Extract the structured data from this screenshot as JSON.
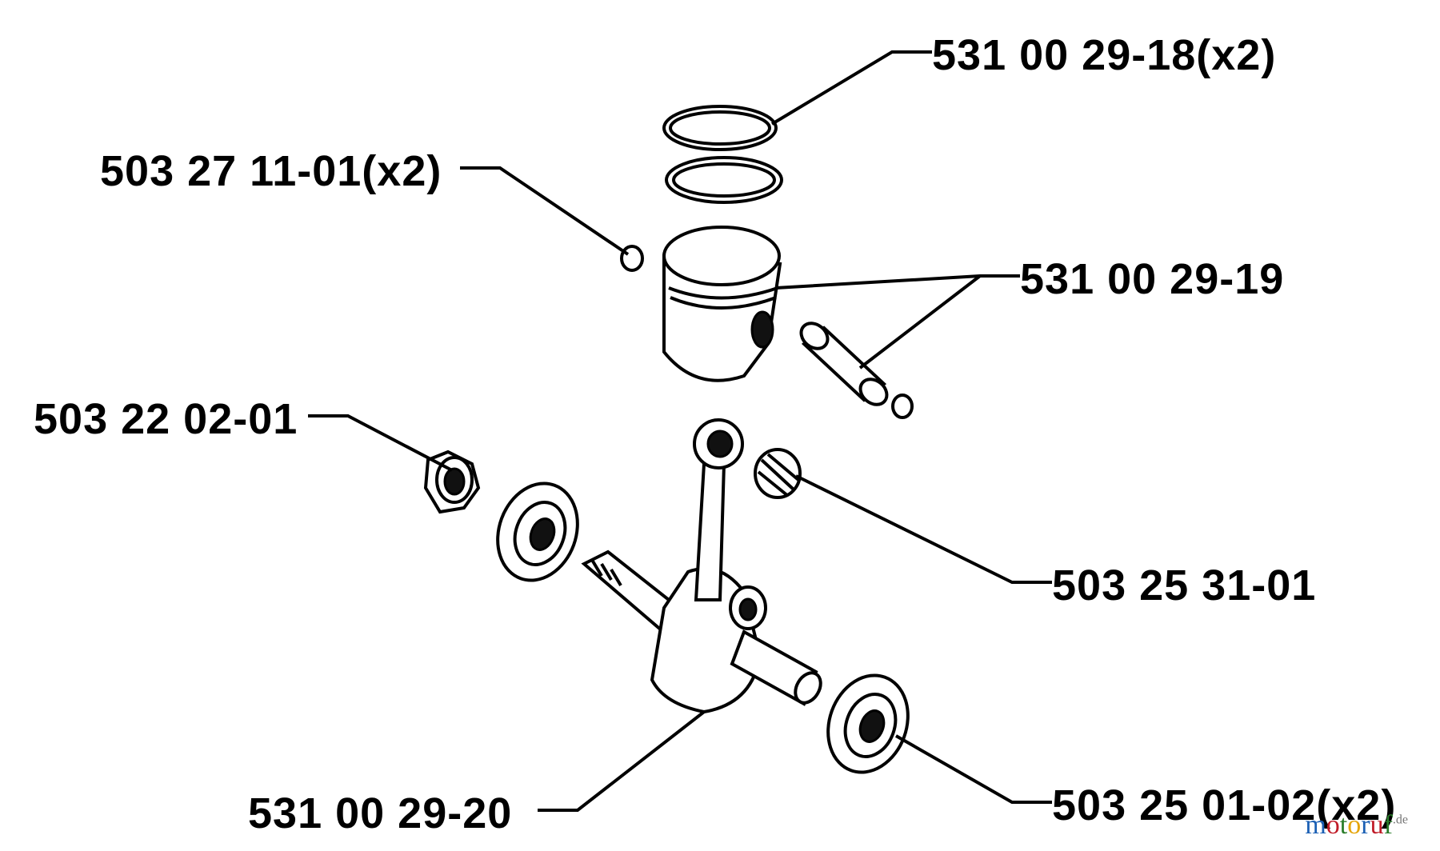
{
  "labels": {
    "piston_rings": "531 00 29-18(x2)",
    "circlip": "503 27 11-01(x2)",
    "piston_kit": "531 00 29-19",
    "nut": "503 22 02-01",
    "needle_bearing": "503 25 31-01",
    "crankshaft": "531 00 29-20",
    "ball_bearing": "503 25 01-02(x2)"
  },
  "watermark": {
    "m": "m",
    "o1": "o",
    "t": "t",
    "o2": "o",
    "r": "r",
    "u": "u",
    "f": "f",
    "tld": ".de"
  },
  "colors": {
    "ink": "#000000",
    "background": "#ffffff"
  }
}
